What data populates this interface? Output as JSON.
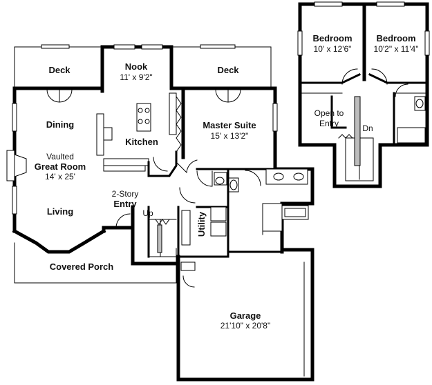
{
  "rooms": {
    "deck_left": {
      "name": "Deck"
    },
    "nook": {
      "name": "Nook",
      "size": "11' x 9'2\""
    },
    "deck_right": {
      "name": "Deck"
    },
    "dining": {
      "name": "Dining"
    },
    "kitchen": {
      "name": "Kitchen"
    },
    "master_suite": {
      "name": "Master Suite",
      "size": "15' x 13'2\""
    },
    "great_room": {
      "prefix": "Vaulted",
      "name": "Great Room",
      "size": "14' x 25'"
    },
    "entry": {
      "prefix": "2-Story",
      "name": "Entry"
    },
    "stairs_main": {
      "label": "Up"
    },
    "living": {
      "name": "Living"
    },
    "utility": {
      "name": "Utility"
    },
    "porch": {
      "name": "Covered Porch"
    },
    "garage": {
      "name": "Garage",
      "size": "21'10\" x 20'8\""
    },
    "bedroom_1": {
      "name": "Bedroom",
      "size": "10' x 12'6\""
    },
    "bedroom_2": {
      "name": "Bedroom",
      "size": "10'2\" x 11'4\""
    },
    "open_to_entry": {
      "line1": "Open to",
      "line2": "Entry"
    },
    "stairs_upper": {
      "label": "Dn"
    }
  }
}
